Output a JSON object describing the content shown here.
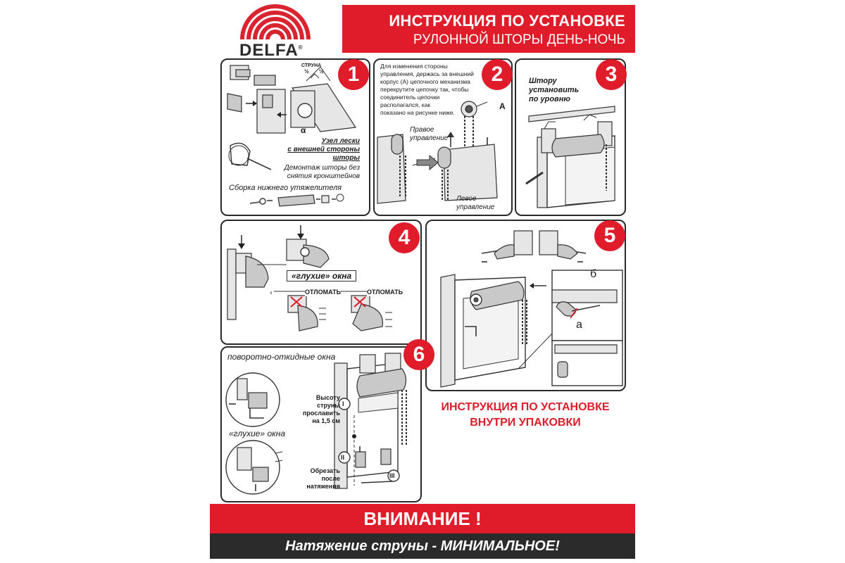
{
  "brand": {
    "name": "DELFA",
    "registered": "®",
    "color": "#d9232e"
  },
  "header": {
    "line1": "ИНСТРУКЦИЯ ПО УСТАНОВКЕ",
    "line2": "РУЛОННОЙ ШТОРЫ ДЕНЬ-НОЧЬ",
    "bg": "#e01b2a"
  },
  "panels": {
    "p1": {
      "number": "1",
      "struna": "СТРУНА",
      "half_left": "½",
      "half_right": "½",
      "alpha": "α",
      "knot": "Узел лески\nс внешней стороны\nшторы",
      "dismount": "Демонтаж шторы без\nснятия кронштейнов",
      "assembly": "Сборка нижнего утяжелителя"
    },
    "p2": {
      "number": "2",
      "text": "Для изменения стороны\nуправления, держась за внешний\nкорпус (А) цепочного механизма\nперекрутите цепочку так, чтобы\nсоединитель цепочки\nрасполагался, как\nпоказано на рисунке ниже.",
      "label_a": "A",
      "right": "Правое\nуправление",
      "left": "Левое\nуправление"
    },
    "p3": {
      "number": "3",
      "text": "Штору\nустановить\nпо уровню"
    },
    "p4": {
      "number": "4",
      "blind": "«глухие» окна",
      "break1": "ОТЛОМАТЬ",
      "break2": "ОТЛОМАТЬ"
    },
    "p5": {
      "number": "5",
      "label_b": "б",
      "label_a": "а"
    },
    "p6": {
      "number": "6",
      "tilt": "поворотно-откидные окна",
      "blind": "«глухие» окна",
      "loosen": "Высоту\nструны\nпрославить\nна 1,5 см",
      "cut": "Обрезать\nпосле\nнатяжения",
      "step1": "I",
      "step2": "II",
      "step3": "III"
    }
  },
  "inside_note": {
    "line1": "ИНСТРУКЦИЯ ПО УСТАНОВКЕ",
    "line2": "ВНУТРИ  УПАКОВКИ",
    "color": "#e01b2a"
  },
  "warning": {
    "title": "ВНИМАНИЕ !",
    "bg": "#e01b2a"
  },
  "footer": {
    "text": "Натяжение струны - МИНИМАЛЬНОЕ!",
    "bg": "#2b2b2b"
  }
}
